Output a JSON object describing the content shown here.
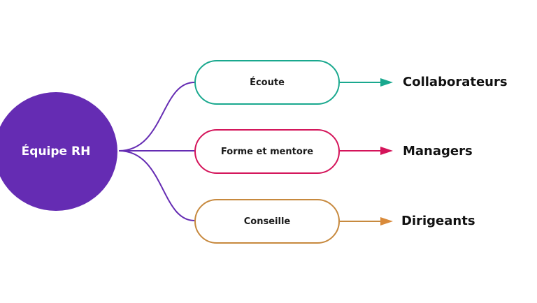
{
  "hub": {
    "label": "Équipe RH",
    "color": "#652cb3"
  },
  "roles": [
    {
      "label": "Écoute",
      "target": "Collaborateurs",
      "color": "#19a88e"
    },
    {
      "label": "Forme et mentore",
      "target": "Managers",
      "color": "#d4145a"
    },
    {
      "label": "Conseille",
      "target": "Dirigeants",
      "color": "#c7893e"
    }
  ],
  "connector_color": "#652cb3"
}
